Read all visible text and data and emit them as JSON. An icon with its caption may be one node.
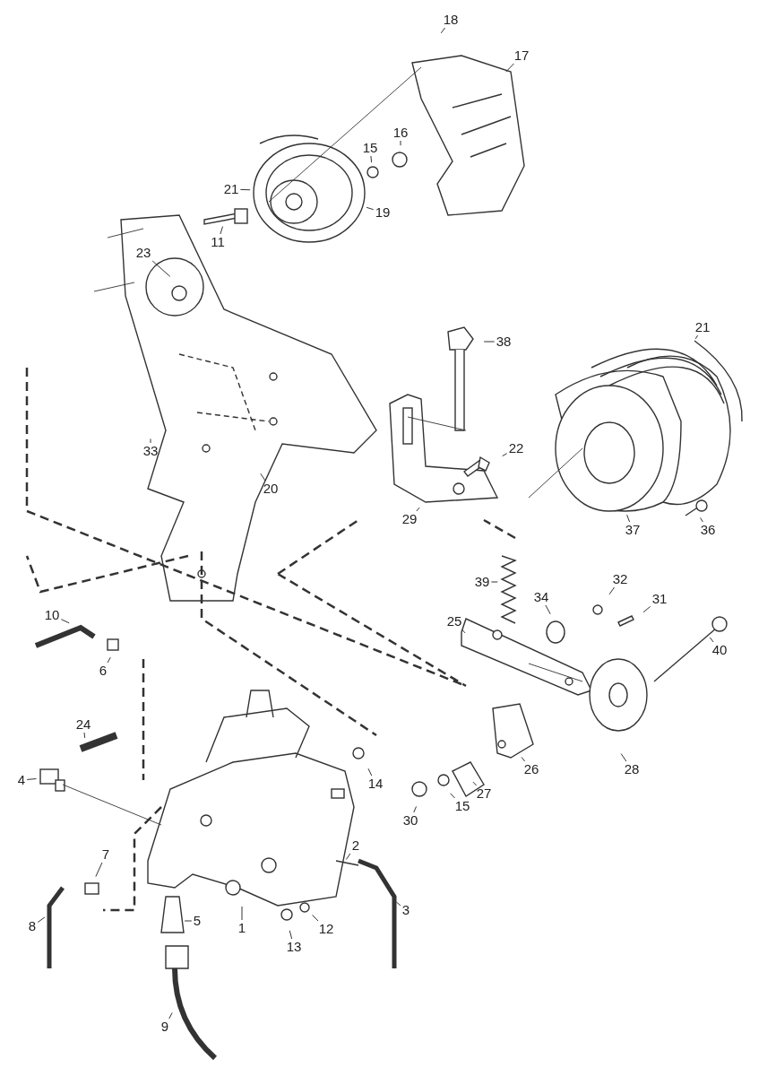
{
  "diagram": {
    "nodes": [
      {
        "text": [
          "18"
        ]
      },
      {
        "text": [
          "17"
        ]
      },
      {
        "text": [
          "16"
        ]
      },
      {
        "text": [
          "15"
        ]
      },
      {
        "text": [
          "21"
        ]
      },
      {
        "text": [
          "19"
        ]
      },
      {
        "text": [
          "11"
        ]
      },
      {
        "text": [
          "23"
        ]
      },
      {
        "text": [
          "21"
        ]
      },
      {
        "text": [
          "38"
        ]
      },
      {
        "text": [
          "22"
        ]
      },
      {
        "text": [
          "33"
        ]
      },
      {
        "text": [
          "20"
        ]
      },
      {
        "text": [
          "29"
        ]
      },
      {
        "text": [
          "37"
        ]
      },
      {
        "text": [
          "36"
        ]
      },
      {
        "text": [
          "39"
        ]
      },
      {
        "text": [
          "32"
        ]
      },
      {
        "text": [
          "34"
        ]
      },
      {
        "text": [
          "31"
        ]
      },
      {
        "text": [
          "10"
        ]
      },
      {
        "text": [
          "25"
        ]
      },
      {
        "text": [
          "40"
        ]
      },
      {
        "text": [
          "6"
        ]
      },
      {
        "text": [
          "24"
        ]
      },
      {
        "text": [
          "26"
        ]
      },
      {
        "text": [
          "28"
        ]
      },
      {
        "text": [
          "14"
        ]
      },
      {
        "text": [
          "4"
        ]
      },
      {
        "text": [
          "27"
        ]
      },
      {
        "text": [
          "15"
        ]
      },
      {
        "text": [
          "30"
        ]
      },
      {
        "text": [
          "2"
        ]
      },
      {
        "text": [
          "7"
        ]
      },
      {
        "text": [
          "3"
        ]
      },
      {
        "text": [
          "5"
        ]
      },
      {
        "text": [
          "12"
        ]
      },
      {
        "text": [
          "8"
        ]
      },
      {
        "text": [
          "1"
        ]
      },
      {
        "text": [
          "13"
        ]
      },
      {
        "text": [
          "9"
        ]
      }
    ],
    "edges": [
      {
        "from": 0,
        "to": null,
        "arrow": "none"
      },
      {
        "from": 1,
        "to": null,
        "arrow": "none"
      },
      {
        "from": 2,
        "to": null,
        "arrow": "none"
      },
      {
        "from": 3,
        "to": null,
        "arrow": "none"
      },
      {
        "from": 4,
        "to": null,
        "arrow": "none"
      },
      {
        "from": 5,
        "to": null,
        "arrow": "none"
      },
      {
        "from": 6,
        "to": null,
        "arrow": "none"
      },
      {
        "from": 7,
        "to": null,
        "arrow": "none"
      },
      {
        "from": 8,
        "to": null,
        "arrow": "none"
      },
      {
        "from": 9,
        "to": null,
        "arrow": "none"
      },
      {
        "from": 10,
        "to": null,
        "arrow": "none"
      },
      {
        "from": 11,
        "to": null,
        "arrow": "none"
      },
      {
        "from": 12,
        "to": null,
        "arrow": "none"
      },
      {
        "from": 13,
        "to": null,
        "arrow": "none"
      },
      {
        "from": 14,
        "to": null,
        "arrow": "none"
      },
      {
        "from": 15,
        "to": null,
        "arrow": "none"
      },
      {
        "from": 16,
        "to": null,
        "arrow": "none"
      },
      {
        "from": 17,
        "to": null,
        "arrow": "none"
      },
      {
        "from": 18,
        "to": null,
        "arrow": "none"
      },
      {
        "from": 19,
        "to": null,
        "arrow": "none"
      },
      {
        "from": 20,
        "to": null,
        "arrow": "none"
      },
      {
        "from": 21,
        "to": null,
        "arrow": "none"
      },
      {
        "from": 22,
        "to": null,
        "arrow": "none"
      },
      {
        "from": 23,
        "to": null,
        "arrow": "none"
      },
      {
        "from": 24,
        "to": null,
        "arrow": "none"
      },
      {
        "from": 25,
        "to": null,
        "arrow": "none"
      },
      {
        "from": 26,
        "to": null,
        "arrow": "none"
      },
      {
        "from": 27,
        "to": null,
        "arrow": "none"
      },
      {
        "from": 28,
        "to": null,
        "arrow": "none"
      },
      {
        "from": 29,
        "to": null,
        "arrow": "none"
      },
      {
        "from": 30,
        "to": null,
        "arrow": "none"
      },
      {
        "from": 31,
        "to": null,
        "arrow": "none"
      },
      {
        "from": 32,
        "to": null,
        "arrow": "none"
      },
      {
        "from": 33,
        "to": null,
        "arrow": "none"
      },
      {
        "from": 34,
        "to": null,
        "arrow": "none"
      },
      {
        "from": 35,
        "to": null,
        "arrow": "none"
      },
      {
        "from": 36,
        "to": null,
        "arrow": "none"
      },
      {
        "from": 37,
        "to": null,
        "arrow": "none"
      },
      {
        "from": 38,
        "to": null,
        "arrow": "none"
      },
      {
        "from": 39,
        "to": null,
        "arrow": "none"
      },
      {
        "from": 40,
        "to": null,
        "arrow": "none"
      }
    ]
  }
}
